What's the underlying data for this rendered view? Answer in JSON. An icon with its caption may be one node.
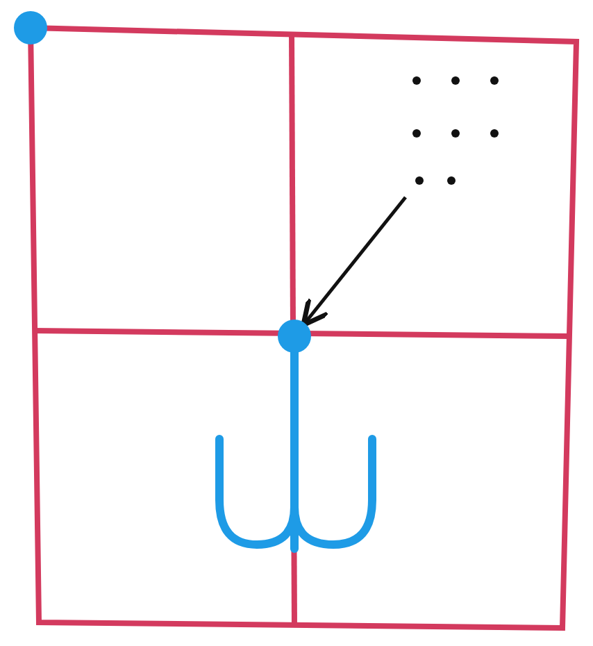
{
  "diagram": {
    "nodes": [
      {
        "text": [],
        "shape": "circle"
      },
      {
        "text": [],
        "shape": "circle"
      }
    ],
    "edges": [
      {
        "from": null,
        "to": 1,
        "arrow": "to"
      }
    ]
  }
}
